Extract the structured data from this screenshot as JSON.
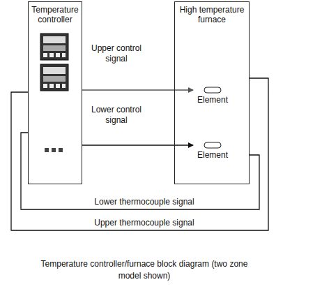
{
  "diagram": {
    "caption": "Temperature controller/furnace block diagram (two zone model shown)",
    "nodes": [
      {
        "text": [
          "Temperature controller"
        ]
      },
      {
        "text": [
          "High temperature furnace"
        ]
      },
      {
        "text": [
          "Element"
        ],
        "in": 1
      },
      {
        "text": [
          "Element"
        ],
        "in": 1
      }
    ],
    "edges": [
      {
        "from": 0,
        "to": 2,
        "label": "Upper control signal",
        "arrow": "to"
      },
      {
        "from": 0,
        "to": 3,
        "label": "Lower control signal",
        "arrow": "to"
      },
      {
        "from": 1,
        "to": 0,
        "label": "Lower thermocouple signal",
        "arrow": "none"
      },
      {
        "from": 1,
        "to": 0,
        "label": "Upper thermocouple signal",
        "arrow": "none"
      }
    ]
  }
}
